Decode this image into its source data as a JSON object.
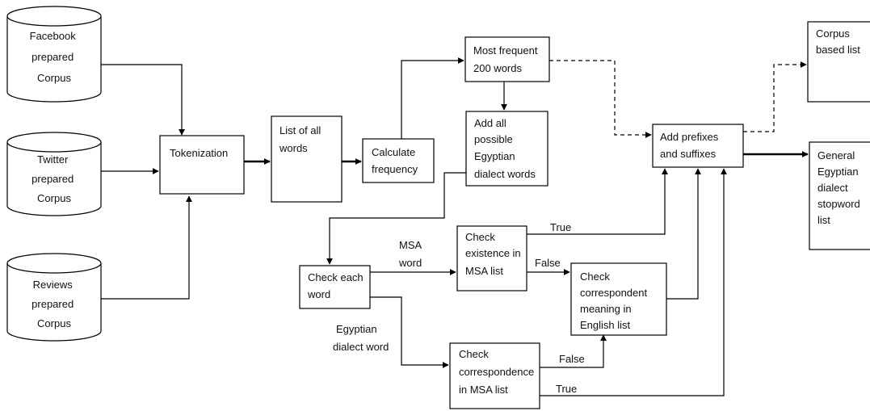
{
  "nodes": {
    "facebook_corpus": [
      "Facebook",
      "prepared",
      "Corpus"
    ],
    "twitter_corpus": [
      "Twitter",
      "prepared",
      "Corpus"
    ],
    "reviews_corpus": [
      "Reviews",
      "prepared",
      "Corpus"
    ],
    "tokenization": [
      "Tokenization"
    ],
    "list_all_words": [
      "List of all",
      "words"
    ],
    "calculate_frequency": [
      "Calculate",
      "frequency"
    ],
    "most_frequent": [
      "Most frequent",
      "200 words"
    ],
    "add_egyptian": [
      "Add all",
      "possible",
      "Egyptian",
      "dialect words"
    ],
    "add_prefixes": [
      "Add prefixes",
      "and suffixes"
    ],
    "corpus_based_list": [
      "Corpus",
      "based list"
    ],
    "general_stopword_list": [
      "General",
      "Egyptian",
      "dialect",
      "stopword",
      "list"
    ],
    "check_each_word": [
      "Check each",
      "word"
    ],
    "check_existence_msa": [
      "Check",
      "existence in",
      "MSA list"
    ],
    "check_correspondent_english": [
      "Check",
      "correspondent",
      "meaning in",
      "English list"
    ],
    "check_correspondence_msa": [
      "Check",
      "correspondence",
      "in MSA list"
    ]
  },
  "edge_labels": {
    "msa_word": [
      "MSA",
      "word"
    ],
    "egyptian_dialect_word": [
      "Egyptian",
      "dialect word"
    ],
    "existence_true": "True",
    "existence_false": "False",
    "correspondence_false": "False",
    "correspondence_true": "True"
  }
}
